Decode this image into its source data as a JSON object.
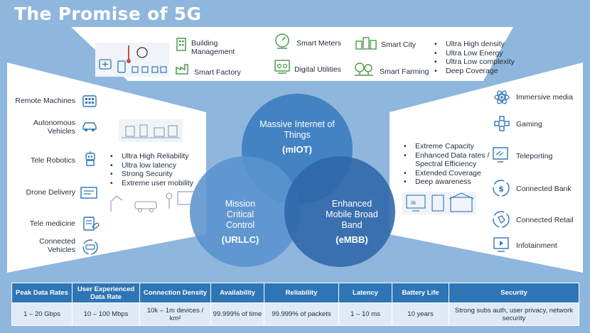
{
  "title": "The Promise of 5G",
  "top_panel": {
    "building_management": "Building Management",
    "smart_factory": "Smart Factory",
    "smart_meters": "Smart Meters",
    "digital_utilities": "Digital Utilities",
    "smart_city": "Smart City",
    "smart_farming": "Smart Farming",
    "bullets": [
      "Ultra High density",
      "Ultra Low Energy",
      "Ultra Low complexity",
      "Deep Coverage"
    ]
  },
  "left_panel": {
    "items": [
      "Remote Machines",
      "Autonomous Vehicles",
      "Tele Robotics",
      "Drone Delivery",
      "Tele medicine",
      "Connected Vehicles"
    ],
    "bullets": [
      "Ultra High Reliability",
      "Ultra low latency",
      "Strong Security",
      "Extreme user mobility"
    ]
  },
  "right_panel": {
    "items": [
      "Immersive media",
      "Gaming",
      "Teleporting",
      "Connected Bank",
      "Connected Retail",
      "Infotainment"
    ],
    "bullets": [
      "Extreme Capacity",
      "Enhanced Data rates / Spectral Efficiency",
      "Extended Coverage",
      "Deep awareness"
    ],
    "badge_8k": "8k"
  },
  "venn": {
    "miot": {
      "label": "Massive Internet of Things",
      "abbr": "(mIOT)"
    },
    "urllc": {
      "label": "Mission Critical Control",
      "abbr": "(URLLC)"
    },
    "embb": {
      "label": "Enhanced Mobile Broad Band",
      "abbr": "(eMBB)"
    }
  },
  "table": {
    "headers": [
      "Peak Data Rates",
      "User Experienced Data Rate",
      "Connection Density",
      "Availability",
      "Reliability",
      "Latency",
      "Battery Life",
      "Security"
    ],
    "values": [
      "1 – 20 Gbps",
      "10 – 100 Mbps",
      "10k – 1m devices / km²",
      "99.999% of time",
      "99.999% of packets",
      "1 – 10 ms",
      "10 years",
      "Strong subs auth, user privacy, network security"
    ]
  },
  "colors": {
    "background": "#8fb6dc",
    "panel": "#ffffff",
    "circle_top": "#3b7cc0",
    "circle_left": "#5b93ce",
    "circle_right": "#2f67a8",
    "table_header": "#2e75b6",
    "table_cell": "#dfeaf6",
    "icon": "#2e75b6"
  }
}
